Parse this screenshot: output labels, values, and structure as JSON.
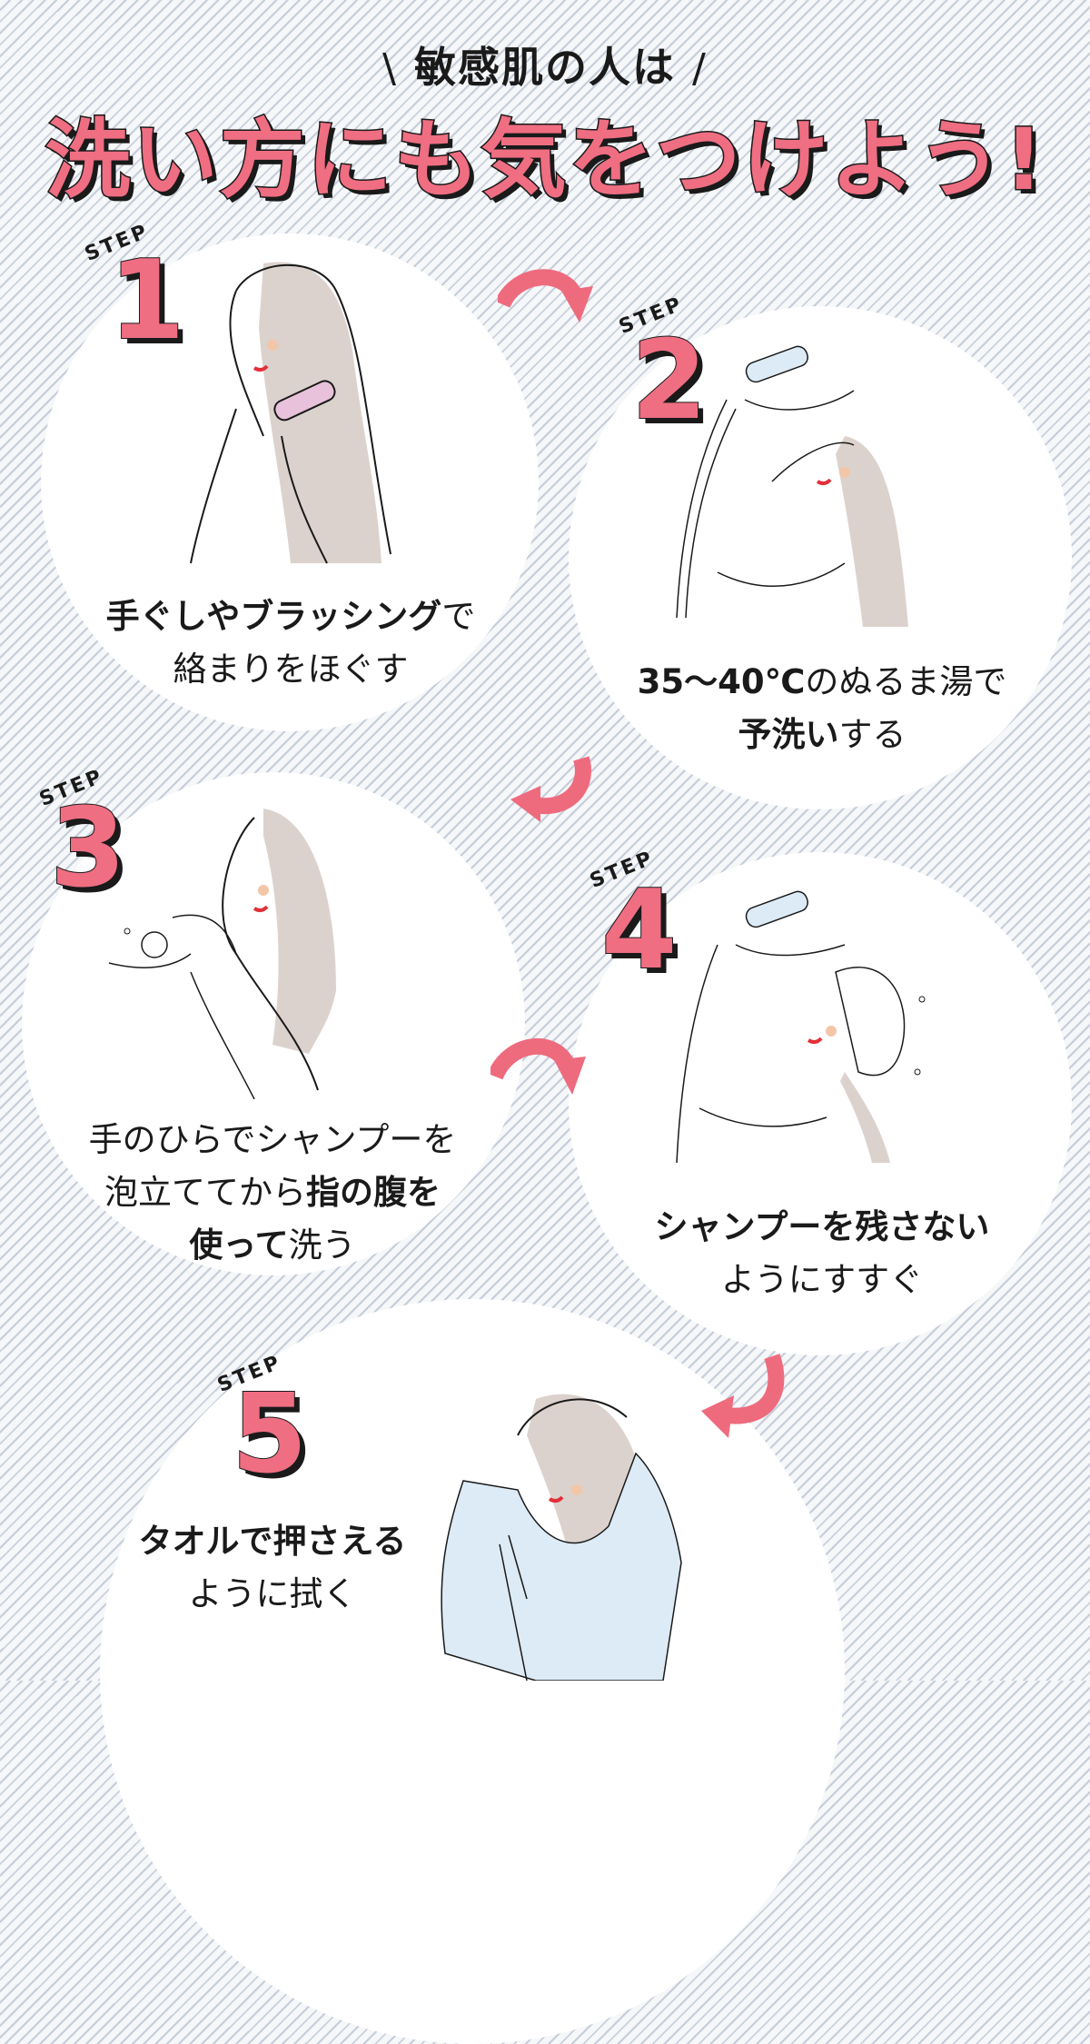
{
  "header": {
    "subtitle": "敏感肌の人は",
    "slash_left": "\\",
    "slash_right": "/",
    "title": "洗い方にも気をつけよう!"
  },
  "colors": {
    "accent_pink": "#ef6e82",
    "stripe": "#c3cbd8",
    "text": "#1a1a1a",
    "hair": "#dcd2cd",
    "towel": "#dcebf6"
  },
  "steps": [
    {
      "label": "STEP",
      "number": "1",
      "caption_bold": "手ぐしやブラッシング",
      "caption_normal": "で",
      "caption_line2": "絡まりをほぐす",
      "illustration": "woman-brushing-hair"
    },
    {
      "label": "STEP",
      "number": "2",
      "caption_bold": "35〜40℃",
      "caption_normal": "のぬるま湯で",
      "caption_line2_bold": "予洗い",
      "caption_line2_normal": "する",
      "illustration": "woman-rinsing-with-shower"
    },
    {
      "label": "STEP",
      "number": "3",
      "caption_line1": "手のひらでシャンプーを",
      "caption_line2_normal": "泡立ててから",
      "caption_line2_bold": "指の腹を",
      "caption_line3_bold": "使って",
      "caption_line3_normal": "洗う",
      "illustration": "woman-lathering-shampoo"
    },
    {
      "label": "STEP",
      "number": "4",
      "caption_bold": "シャンプーを残さない",
      "caption_line2": "ようにすすぐ",
      "illustration": "woman-rinsing-shampoo"
    },
    {
      "label": "STEP",
      "number": "5",
      "caption_bold": "タオルで押さえる",
      "caption_line2": "ように拭く",
      "illustration": "woman-drying-with-towel"
    }
  ],
  "arrows": [
    {
      "from": 1,
      "to": 2,
      "icon": "curved-arrow-right-icon"
    },
    {
      "from": 2,
      "to": 3,
      "icon": "curved-arrow-down-left-icon"
    },
    {
      "from": 3,
      "to": 4,
      "icon": "curved-arrow-right-icon"
    },
    {
      "from": 4,
      "to": 5,
      "icon": "curved-arrow-down-left-icon"
    }
  ]
}
